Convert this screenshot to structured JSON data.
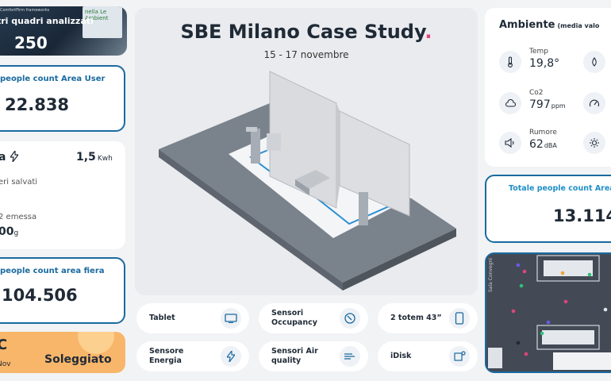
{
  "photo": {
    "caption_top": "ComfortFirm frameworks",
    "caption": "tri quadri analizzati",
    "value": "250",
    "sign_text": "nella Le Ambient"
  },
  "user_count": {
    "label": "people count Area User",
    "value": "22.838"
  },
  "energy": {
    "title": "a",
    "kwh": "1,5",
    "kwh_unit": "Kwh",
    "saved_label": "eri salvati",
    "emitted_label": "2 emessa",
    "emitted_value": "00",
    "emitted_unit": "g"
  },
  "fiera_count": {
    "label": "people count area fiera",
    "value": "104.506"
  },
  "weather": {
    "temp": "C",
    "date": "Nov",
    "condition": "Soleggiato"
  },
  "hero": {
    "title": "SBE Milano Case Study",
    "title_dot": ".",
    "date": "15 - 17 novembre"
  },
  "tiles": [
    {
      "label": "Tablet",
      "icon": "tablet-icon"
    },
    {
      "label": "Sensori Occupancy",
      "icon": "occupancy-sensor-icon"
    },
    {
      "label": "2 totem 43”",
      "icon": "totem-icon"
    },
    {
      "label": "Sensore Energia",
      "icon": "lightning-icon"
    },
    {
      "label": "Sensori Air quality",
      "icon": "air-quality-icon"
    },
    {
      "label": "iDisk",
      "icon": "idisk-icon"
    }
  ],
  "ambient": {
    "title": "Ambiente",
    "subtitle": "(media valo",
    "metrics": [
      {
        "label": "Temp",
        "value": "19,8",
        "unit": "°",
        "icon": "thermometer-icon"
      },
      {
        "label": "Co2",
        "value": "797",
        "unit": "ppm",
        "icon": "cloud-icon"
      },
      {
        "label": "Rumore",
        "value": "62",
        "unit": "dBA",
        "icon": "speaker-icon"
      }
    ],
    "side_icons": [
      "humidity-icon",
      "gauge-icon",
      "light-icon"
    ]
  },
  "area_count": {
    "label": "Totale people count Area",
    "value": "13.114"
  },
  "floor_map": {
    "side_label": "Sala Convegni"
  },
  "colors": {
    "accent": "#1a6aa0",
    "title_dot": "#e0457b",
    "weather_bg": "#f8b66a"
  }
}
